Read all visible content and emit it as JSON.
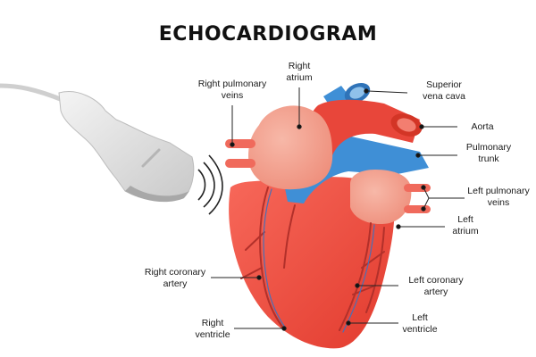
{
  "title": "ECHOCARDIOGRAM",
  "labels": {
    "right_atrium": "Right\natrium",
    "right_pulmonary_veins": "Right pulmonary\nveins",
    "superior_vena_cava": "Superior\nvena cava",
    "aorta": "Aorta",
    "pulmonary_trunk": "Pulmonary\ntrunk",
    "left_pulmonary_veins": "Left pulmonary\nveins",
    "left_atrium": "Left\natrium",
    "right_coronary_artery": "Right coronary\nartery",
    "left_coronary_artery": "Left coronary\nartery",
    "right_ventricle": "Right\nventricle",
    "left_ventricle": "Left\nventricle"
  },
  "colors": {
    "heart_red": "#ef4b3c",
    "atrium_pink": "#f3a08e",
    "vessel_blue": "#3f8fd6",
    "aorta_red": "#e8463a",
    "probe_gray": "#e6e6e6"
  },
  "icons": [
    "ultrasound-probe-icon",
    "heart-illustration"
  ]
}
